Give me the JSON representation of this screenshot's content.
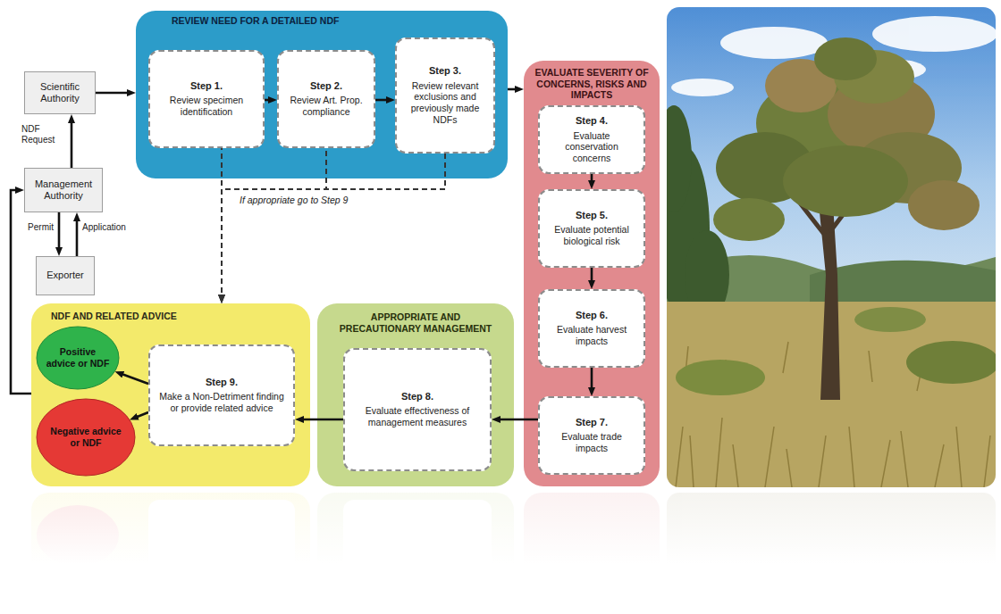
{
  "diagram": {
    "nodes": [
      {
        "text": [
          "Scientific Authority"
        ]
      },
      {
        "text": [
          "REVIEW NEED FOR A DETAILED NDF"
        ]
      },
      {
        "text": [
          "Step 1.",
          "Review specimen identification"
        ],
        "in": 1
      },
      {
        "text": [
          "Step 2.",
          "Review Art. Prop. compliance"
        ],
        "in": 1
      },
      {
        "text": [
          "Step 3.",
          "Review relevant exclusions and previously made NDFs"
        ],
        "in": 1
      },
      {
        "text": [
          "EVALUATE SEVERITY OF CONCERNS, RISKS AND IMPACTS"
        ]
      },
      {
        "text": [
          "Step 4.",
          "Evaluate conservation concerns"
        ],
        "in": 5
      },
      {
        "text": [
          "Step 5.",
          "Evaluate potential biological risk"
        ],
        "in": 5
      },
      {
        "text": [
          "Step 6.",
          "Evaluate harvest impacts"
        ],
        "in": 5
      },
      {
        "text": [
          "Step 7.",
          "Evaluate trade impacts"
        ],
        "in": 5
      },
      {
        "text": [
          "Management Authority"
        ]
      },
      {
        "text": [
          "Exporter"
        ]
      },
      {
        "text": [
          "NDF AND RELATED ADVICE"
        ]
      },
      {
        "text": [
          "Positive advice or NDF"
        ],
        "in": 12
      },
      {
        "text": [
          "Negative advice or NDF"
        ],
        "in": 12
      },
      {
        "text": [
          "Step 9.",
          "Make a Non-Detriment finding or provide related advice"
        ],
        "in": 12
      },
      {
        "text": [
          "APPROPRIATE AND PRECAUTIONARY MANAGEMENT"
        ]
      },
      {
        "text": [
          "Step 8.",
          "Evaluate effectiveness of management measures"
        ],
        "in": 16
      }
    ],
    "edges": [
      {
        "from": 10,
        "to": 0,
        "label": "NDF Request",
        "arrow": "to"
      },
      {
        "from": 0,
        "to": 1,
        "arrow": "to"
      },
      {
        "from": 2,
        "to": 3,
        "arrow": "to"
      },
      {
        "from": 3,
        "to": 4,
        "arrow": "to"
      },
      {
        "from": 1,
        "to": 5,
        "arrow": "to"
      },
      {
        "from": 6,
        "to": 7,
        "arrow": "to"
      },
      {
        "from": 7,
        "to": 8,
        "arrow": "to"
      },
      {
        "from": 8,
        "to": 9,
        "arrow": "to"
      },
      {
        "from": 9,
        "to": 17,
        "arrow": "to"
      },
      {
        "from": 17,
        "to": 15,
        "arrow": "to"
      },
      {
        "from": 15,
        "to": 13,
        "arrow": "to"
      },
      {
        "from": 15,
        "to": 14,
        "arrow": "to"
      },
      {
        "from": 12,
        "to": 10,
        "arrow": "to"
      },
      {
        "from": 10,
        "to": 11,
        "label": "Permit",
        "arrow": "to"
      },
      {
        "from": 11,
        "to": 10,
        "label": "Application",
        "arrow": "to"
      },
      {
        "from": 2,
        "to": 12,
        "arrow": "to"
      },
      {
        "from": 3,
        "to": 12,
        "label": "If appropriate go to Step 9",
        "arrow": "to"
      },
      {
        "from": 4,
        "to": 12,
        "arrow": "to"
      }
    ]
  }
}
